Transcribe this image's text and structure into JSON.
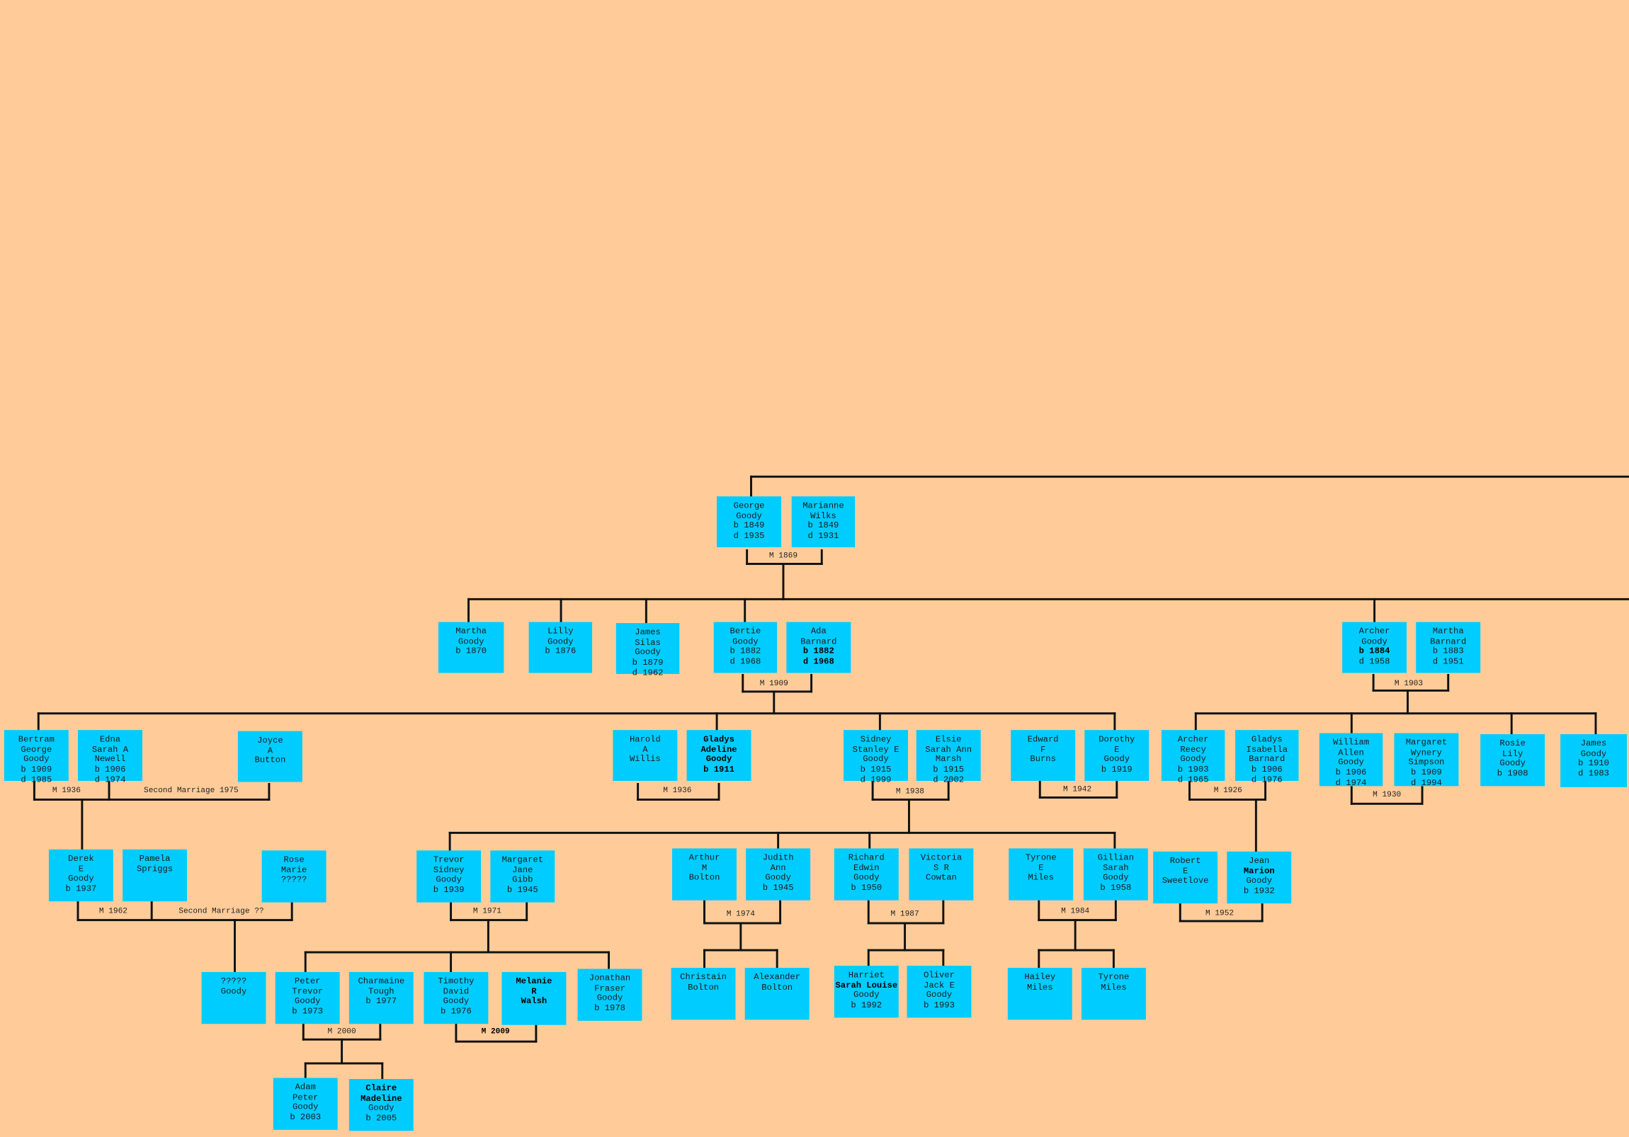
{
  "colors": {
    "background": "#FFCC99",
    "box": "#00CCFF",
    "line": "#111111"
  },
  "people": {
    "george": {
      "lines": [
        "George",
        "Goody",
        "b 1849",
        "d 1935"
      ]
    },
    "marianne": {
      "lines": [
        "Marianne",
        "Wilks",
        "b 1849",
        "d 1931"
      ]
    },
    "martha_goody": {
      "lines": [
        "Martha",
        "Goody",
        "b 1870"
      ]
    },
    "lilly": {
      "lines": [
        "Lilly",
        "Goody",
        "b 1876"
      ]
    },
    "james_silas": {
      "lines": [
        "James",
        "Silas",
        "Goody",
        "b 1879",
        "d 1962"
      ]
    },
    "bertie": {
      "lines": [
        "Bertie",
        "Goody",
        "b 1882",
        "d 1968"
      ]
    },
    "ada": {
      "lines": [
        "Ada",
        "Barnard",
        "b 1882",
        "d 1968"
      ],
      "bold": [
        2,
        3
      ]
    },
    "archer": {
      "lines": [
        "Archer",
        "Goody",
        "b 1884",
        "d 1958"
      ],
      "bold": [
        2
      ]
    },
    "martha_barnard": {
      "lines": [
        "Martha",
        "Barnard",
        "b 1883",
        "d 1951"
      ]
    },
    "bertram": {
      "lines": [
        "Bertram",
        "George",
        "Goody",
        "b 1909",
        "d 1985"
      ]
    },
    "edna": {
      "lines": [
        "Edna",
        "Sarah A",
        "Newell",
        "b 1906",
        "d 1974"
      ]
    },
    "joyce": {
      "lines": [
        "Joyce",
        "A",
        "Button"
      ]
    },
    "harold": {
      "lines": [
        "Harold",
        "A",
        "Willis"
      ]
    },
    "gladys_adeline": {
      "lines": [
        "Gladys",
        "Adeline",
        "Goody",
        "b 1911"
      ],
      "bold": [
        0,
        1,
        2,
        3
      ]
    },
    "sidney": {
      "lines": [
        "Sidney",
        "Stanley E",
        "Goody",
        "b 1915",
        "d 1999"
      ]
    },
    "elsie": {
      "lines": [
        "Elsie",
        "Sarah Ann",
        "Marsh",
        "b 1915",
        "d 2002"
      ]
    },
    "edward": {
      "lines": [
        "Edward",
        "F",
        "Burns"
      ]
    },
    "dorothy": {
      "lines": [
        "Dorothy",
        "E",
        "Goody",
        "b 1919"
      ]
    },
    "archer_reecy": {
      "lines": [
        "Archer",
        "Reecy",
        "Goody",
        "b 1903",
        "d 1965"
      ]
    },
    "gladys_isabella": {
      "lines": [
        "Gladys",
        "Isabella",
        "Barnard",
        "b 1906",
        "d 1976"
      ]
    },
    "william": {
      "lines": [
        "William",
        "Allen",
        "Goody",
        "b 1906",
        "d 1974"
      ]
    },
    "margaret_wynery": {
      "lines": [
        "Margaret",
        "Wynery",
        "Simpson",
        "b 1909",
        "d 1994"
      ]
    },
    "rosie": {
      "lines": [
        "Rosie",
        "Lily",
        "Goody",
        "b 1908"
      ]
    },
    "james_goody": {
      "lines": [
        "James",
        "Goody",
        "b 1910",
        "d 1983"
      ]
    },
    "derek": {
      "lines": [
        "Derek",
        "E",
        "Goody",
        "b 1937"
      ]
    },
    "pamela": {
      "lines": [
        "Pamela",
        "Spriggs"
      ]
    },
    "rose": {
      "lines": [
        "Rose",
        "Marie",
        "?????"
      ]
    },
    "trevor": {
      "lines": [
        "Trevor",
        "Sidney",
        "Goody",
        "b 1939"
      ]
    },
    "margaret_jane": {
      "lines": [
        "Margaret",
        "Jane",
        "Gibb",
        "b 1945"
      ]
    },
    "arthur": {
      "lines": [
        "Arthur",
        "M",
        "Bolton"
      ]
    },
    "judith": {
      "lines": [
        "Judith",
        "Ann",
        "Goody",
        "b 1945"
      ]
    },
    "richard": {
      "lines": [
        "Richard",
        "Edwin",
        "Goody",
        "b 1950"
      ]
    },
    "victoria": {
      "lines": [
        "Victoria",
        "S R",
        "Cowtan"
      ]
    },
    "tyrone_e": {
      "lines": [
        "Tyrone",
        "E",
        "Miles"
      ]
    },
    "gillian": {
      "lines": [
        "Gillian",
        "Sarah",
        "Goody",
        "b 1958"
      ]
    },
    "robert": {
      "lines": [
        "Robert",
        "E",
        "Sweetlove"
      ]
    },
    "jean": {
      "lines": [
        "Jean",
        "Marion",
        "Goody",
        "b 1932"
      ],
      "bold": [
        1
      ]
    },
    "unknown_goody": {
      "lines": [
        "?????",
        "Goody"
      ]
    },
    "peter": {
      "lines": [
        "Peter",
        "Trevor",
        "Goody",
        "b 1973"
      ]
    },
    "charmaine": {
      "lines": [
        "Charmaine",
        "Tough",
        "b 1977"
      ]
    },
    "timothy": {
      "lines": [
        "Timothy",
        "David",
        "Goody",
        "b 1976"
      ]
    },
    "melanie": {
      "lines": [
        "Melanie",
        "R",
        "Walsh"
      ],
      "bold": [
        0,
        1,
        2
      ]
    },
    "jonathan": {
      "lines": [
        "Jonathan",
        "Fraser",
        "Goody",
        "b 1978"
      ]
    },
    "christain": {
      "lines": [
        "Christain",
        "Bolton"
      ]
    },
    "alexander": {
      "lines": [
        "Alexander",
        "Bolton"
      ]
    },
    "harriet": {
      "lines": [
        "Harriet",
        "Sarah Louise",
        "Goody",
        "b 1992"
      ],
      "bold": [
        1
      ]
    },
    "oliver": {
      "lines": [
        "Oliver",
        "Jack E",
        "Goody",
        "b 1993"
      ]
    },
    "hailey": {
      "lines": [
        "Hailey",
        "Miles"
      ]
    },
    "tyrone_miles": {
      "lines": [
        "Tyrone",
        "Miles"
      ]
    },
    "adam": {
      "lines": [
        "Adam",
        "Peter",
        "Goody",
        "b 2003"
      ]
    },
    "claire": {
      "lines": [
        "Claire",
        "Madeline",
        "Goody",
        "b 2005"
      ],
      "bold": [
        0,
        1
      ]
    }
  },
  "marriages": {
    "m1869": {
      "label": "M 1869"
    },
    "m1909": {
      "label": "M 1909"
    },
    "m1903": {
      "label": "M 1903"
    },
    "m1936_bertram": {
      "label": "M 1936"
    },
    "second_1975": {
      "label": "Second Marriage 1975"
    },
    "m1936_harold": {
      "label": "M 1936"
    },
    "m1938": {
      "label": "M 1938"
    },
    "m1942": {
      "label": "M 1942"
    },
    "m1926": {
      "label": "M 1926"
    },
    "m1930": {
      "label": "M 1930"
    },
    "m1962": {
      "label": "M 1962"
    },
    "second_unknown": {
      "label": "Second Marriage ??"
    },
    "m1971": {
      "label": "M 1971"
    },
    "m1974": {
      "label": "M 1974"
    },
    "m1987": {
      "label": "M 1987"
    },
    "m1984": {
      "label": "M 1984"
    },
    "m1952": {
      "label": "M 1952"
    },
    "m2000": {
      "label": "M 2000"
    },
    "m2009": {
      "label": "M 2009",
      "bold": true
    }
  }
}
